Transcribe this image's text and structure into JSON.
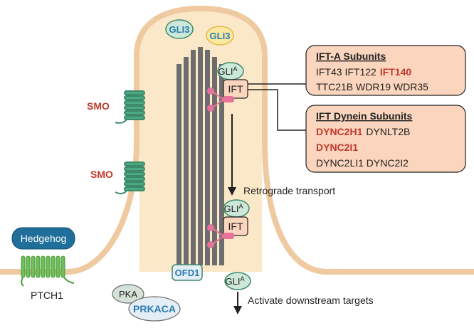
{
  "colors": {
    "membrane_fill": "#fbe8c8",
    "membrane_stroke": "#efc9a0",
    "microtubule": "#6d6d6d",
    "protein_green": "#cde8d8",
    "protein_green_stroke": "#3c8a69",
    "protein_blue_text": "#2b7ab0",
    "red_text": "#c0392b",
    "ift_fill": "#fbd5bd",
    "dynein_pink": "#e8739a",
    "hedgehog": "#1f6f9a",
    "ptch_green": "#6fbf5a",
    "pka_fill": "#d5e2d8",
    "prkaca_fill": "#e4eef7"
  },
  "labels": {
    "gli3_a": "GLI3",
    "gli3_b": "GLI3",
    "smo_1": "SMO",
    "smo_2": "SMO",
    "gli_top": "GLI",
    "gli_top_sup": "A",
    "ift_top": "IFT",
    "gli_mid": "GLI",
    "gli_mid_sup": "A",
    "ift_mid": "IFT",
    "retrograde": "Retrograde transport",
    "hedgehog": "Hedgehog",
    "ptch1": "PTCH1",
    "ofd1": "OFD1",
    "gli_bottom": "GLI",
    "gli_bottom_sup": "A",
    "activate": "Activate downstream targets",
    "pka": "PKA",
    "prkaca": "PRKACA"
  },
  "ift_a_box": {
    "title": "IFT-A Subunits",
    "line1_normal": "IFT43 IFT122",
    "line1_red": "IFT140",
    "line2": "TTC21B WDR19 WDR35"
  },
  "dynein_box": {
    "title": "IFT Dynein Subunits",
    "line1_red": "DYNC2H1",
    "line1_normal": "DYNLT2B",
    "line2_red": "DYNC2I1",
    "line3": "DYNC2LI1 DYNC2I2"
  },
  "icons": {
    "smo": "seven-transmembrane-receptor-icon",
    "ptch1": "twelve-transmembrane-receptor-icon",
    "dynein": "dynein-motor-icon",
    "arrow": "down-arrow-icon"
  }
}
